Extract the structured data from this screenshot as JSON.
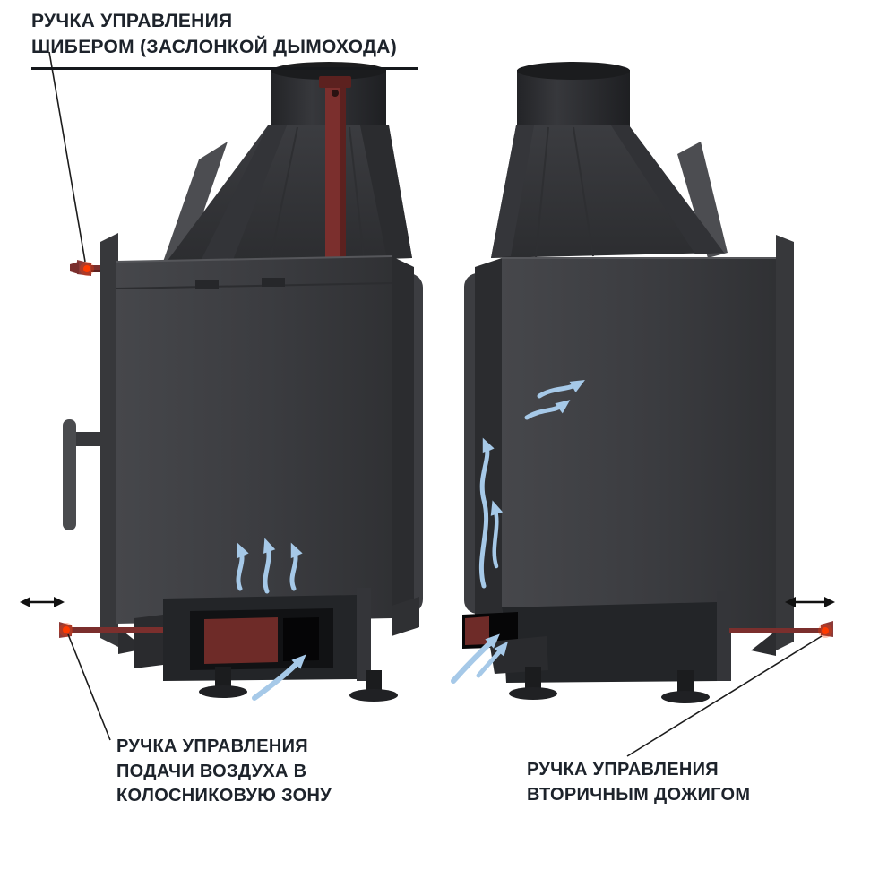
{
  "diagram": {
    "subject": "fireplace-insert-airflow-and-controls-scheme",
    "callouts": {
      "damper": {
        "lines": [
          "РУЧКА УПРАВЛЕНИЯ",
          "ШИБЕРОМ (ЗАСЛОНКОЙ ДЫМОХОДА)"
        ]
      },
      "primary_air": {
        "lines": [
          "РУЧКА УПРАВЛЕНИЯ",
          "ПОДАЧИ ВОЗДУХА В",
          "КОЛОСНИКОВУЮ ЗОНУ"
        ]
      },
      "secondary_air": {
        "lines": [
          "РУЧКА УПРАВЛЕНИЯ",
          "ВТОРИЧНЫМ ДОЖИГОМ"
        ]
      }
    },
    "colors": {
      "accent_red": "#7b2f2d",
      "accent_red_dark": "#5c211f",
      "indicator": "#ff3b00",
      "airflow_blue": "#a6c9e8",
      "leader_line": "#1c1c1c",
      "label_text": "#1d232b"
    },
    "icons": {
      "handle_travel": "double-arrow-horizontal",
      "airflow": "curved-arrow"
    }
  }
}
